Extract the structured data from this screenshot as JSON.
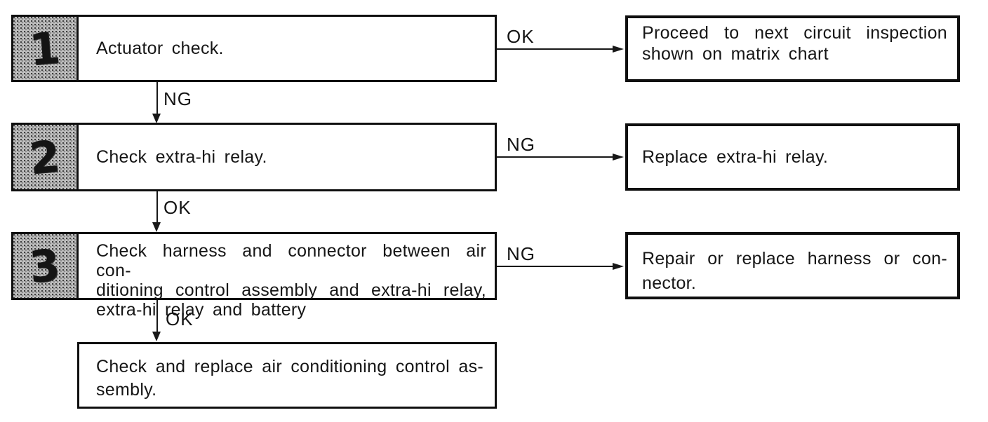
{
  "flow": {
    "steps": [
      {
        "number": "1",
        "check": {
          "lines": [
            "Actuator check."
          ]
        },
        "down_label": "NG",
        "side_label": "OK",
        "result": {
          "lines": [
            "Proceed to next circuit inspection",
            "shown on matrix chart"
          ]
        }
      },
      {
        "number": "2",
        "check": {
          "lines": [
            "Check extra-hi relay."
          ]
        },
        "down_label": "OK",
        "side_label": "NG",
        "result": {
          "lines": [
            "Replace extra-hi relay."
          ]
        }
      },
      {
        "number": "3",
        "check": {
          "lines": [
            "Check harness and connector between air con-",
            "ditioning control assembly and extra-hi relay,",
            "extra-hi relay and battery"
          ]
        },
        "down_label": "OK",
        "side_label": "NG",
        "result": {
          "lines": [
            "Repair or replace harness or con-",
            "nector."
          ]
        }
      }
    ],
    "final": {
      "lines": [
        "Check and replace air conditioning control as-",
        "sembly."
      ]
    },
    "colors": {
      "ink": "#161616",
      "badge_fill": "#c2c2c2",
      "background": "#ffffff"
    }
  }
}
